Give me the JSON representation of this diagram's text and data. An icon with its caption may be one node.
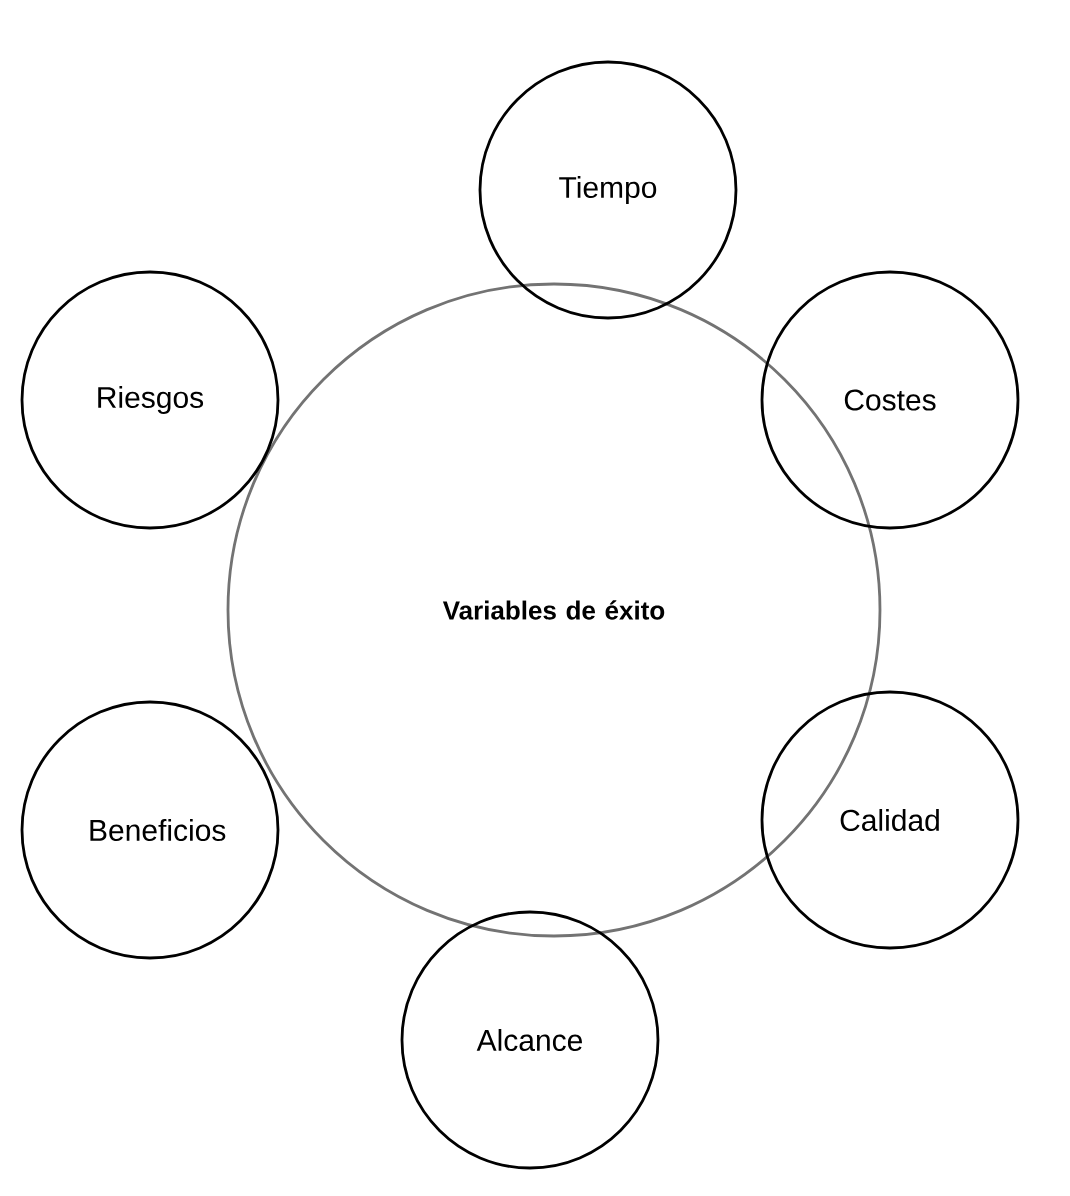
{
  "diagram": {
    "nodes": [
      {
        "text": [
          "Tiempo"
        ]
      },
      {
        "text": [
          "Riesgos"
        ]
      },
      {
        "text": [
          "Costes"
        ]
      },
      {
        "text": [
          "Variables de éxito"
        ]
      },
      {
        "text": [
          "Beneficios"
        ]
      },
      {
        "text": [
          "Calidad"
        ]
      },
      {
        "text": [
          "Alcance"
        ]
      }
    ]
  }
}
